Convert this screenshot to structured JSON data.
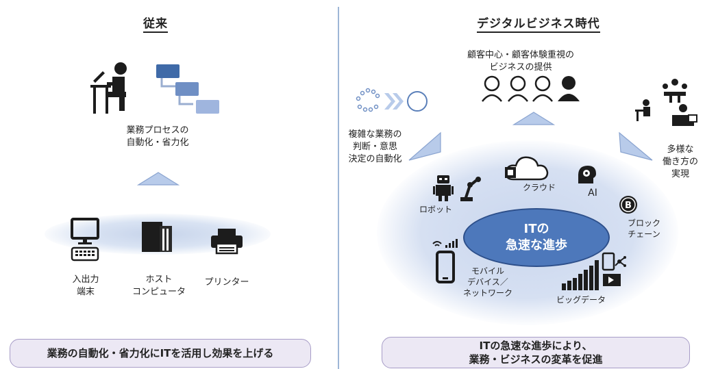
{
  "left": {
    "title": "従来",
    "automation_label_1": "業務プロセスの",
    "automation_label_2": "自動化・省力化",
    "terminal_label_1": "入出力",
    "terminal_label_2": "端末",
    "host_label_1": "ホスト",
    "host_label_2": "コンピュータ",
    "printer_label": "プリンター",
    "bottom": "業務の自動化・省力化にITを活用し効果を上げる"
  },
  "right": {
    "title": "デジタルビジネス時代",
    "customer_label_1": "顧客中心・顧客体験重視の",
    "customer_label_2": "ビジネスの提供",
    "decision_label_1": "複雑な業務の",
    "decision_label_2": "判断・意思",
    "decision_label_3": "決定の自動化",
    "workstyle_label_1": "多様な",
    "workstyle_label_2": "働き方の",
    "workstyle_label_3": "実現",
    "center_1": "ITの",
    "center_2": "急速な進歩",
    "cloud_label": "クラウド",
    "ai_label": "AI",
    "robot_label": "ロボット",
    "blockchain_label_1": "ブロック",
    "blockchain_label_2": "チェーン",
    "mobile_label_1": "モバイル",
    "mobile_label_2": "デバイス／",
    "mobile_label_3": "ネットワーク",
    "bigdata_label": "ビッグデータ",
    "bottom_1": "ITの急速な進歩により、",
    "bottom_2": "業務・ビジネスの変革を促進"
  },
  "colors": {
    "accent_blue": "#4d78bb",
    "panel_purple": "#ece8f4",
    "arrow_blue": "#b8cbea"
  }
}
